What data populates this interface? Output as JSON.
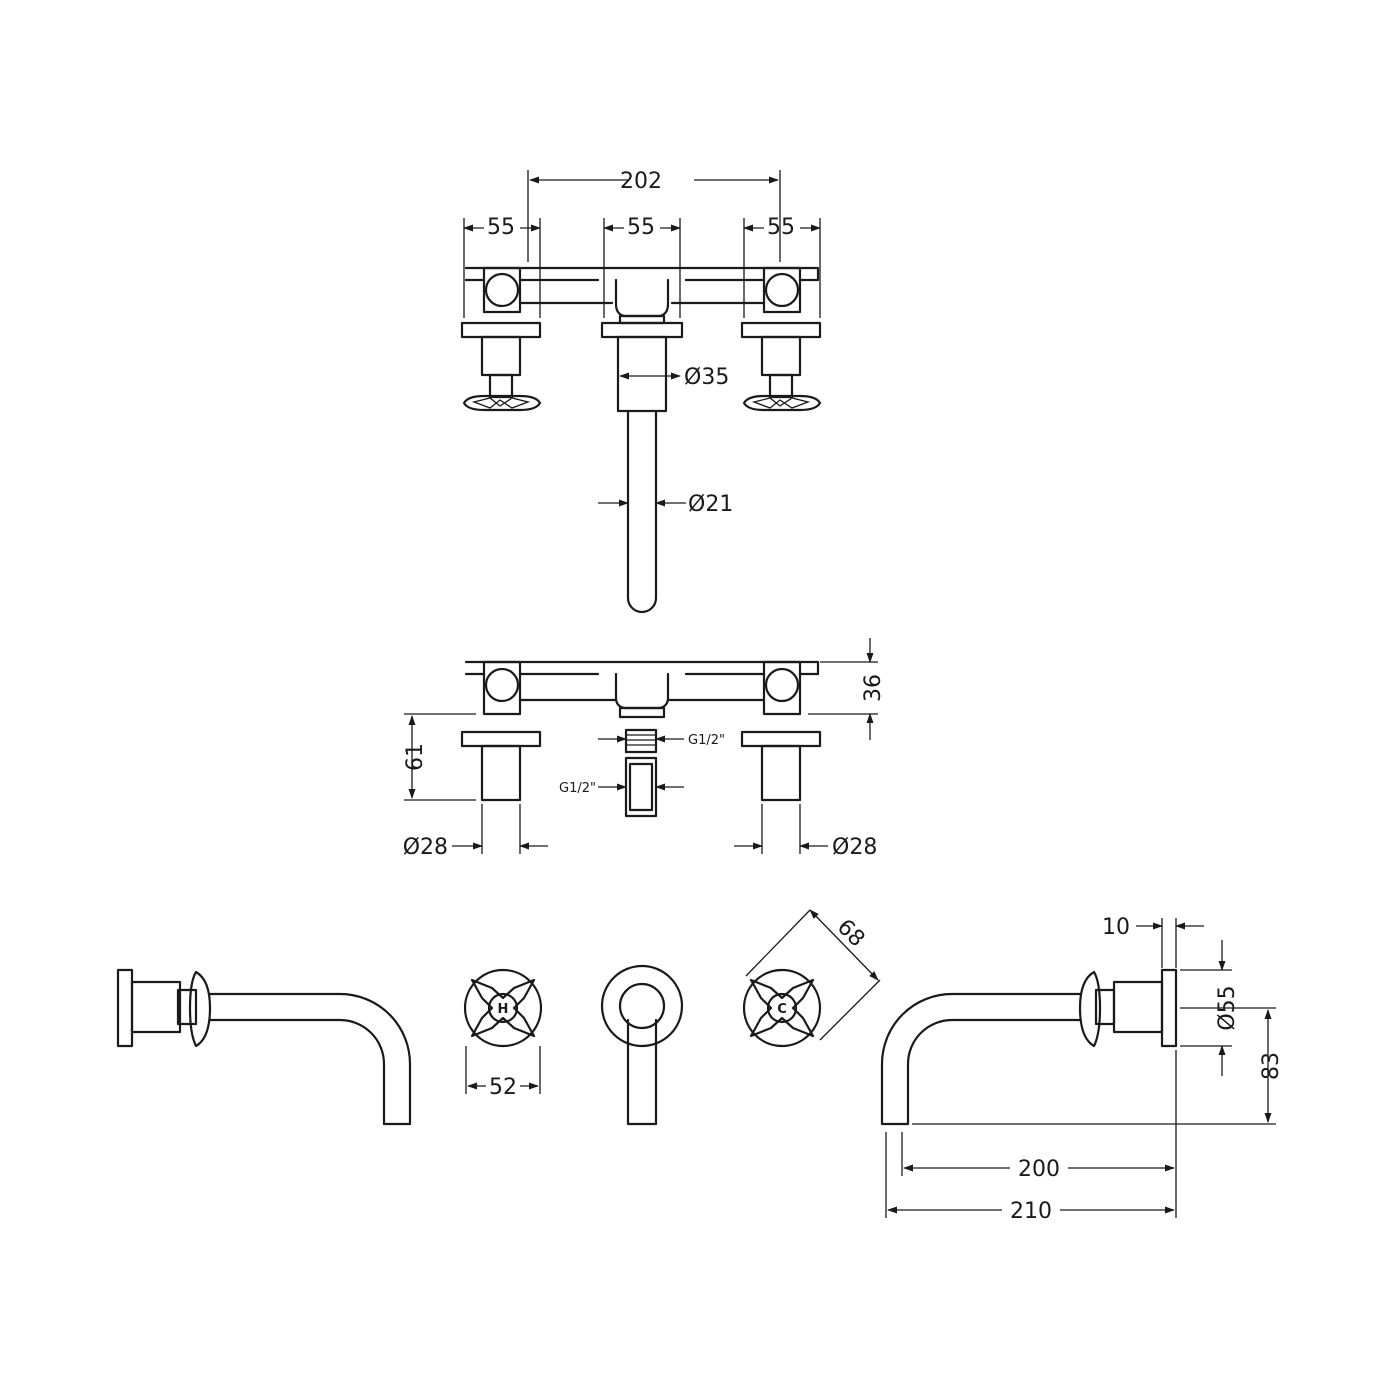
{
  "dimensions": {
    "top_width": "202",
    "left_handle": "55",
    "center_body": "55",
    "right_handle": "55",
    "body_diameter": "Ø35",
    "spout_diameter": "Ø21",
    "height_top": "36",
    "valve_height": "61",
    "thread_top": "G1/2\"",
    "thread_bottom": "G1/2\"",
    "left_valve_diameter": "Ø28",
    "right_valve_diameter": "Ø28",
    "handle_width": "52",
    "handle_diagonal": "68",
    "plate_depth": "10",
    "rose_diameter": "Ø55",
    "spout_height": "83",
    "spout_projection": "200",
    "overall_projection": "210"
  },
  "handle_letters": {
    "hot": "H",
    "cold": "C"
  }
}
